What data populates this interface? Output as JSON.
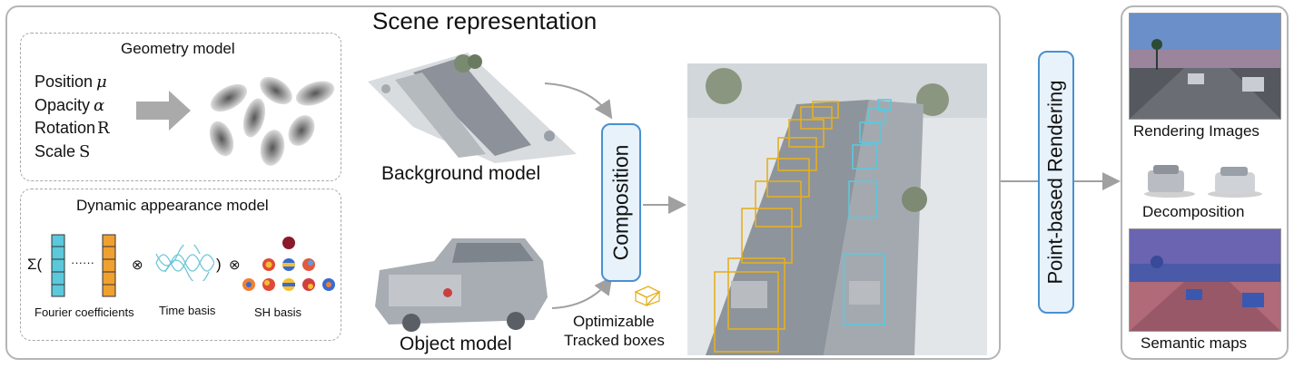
{
  "scene": {
    "title": "Scene representation"
  },
  "geometry": {
    "title": "Geometry model",
    "params": [
      {
        "label": "Position",
        "symbol": "μ"
      },
      {
        "label": "Opacity",
        "symbol": "α"
      },
      {
        "label": "Rotation",
        "symbol": "R"
      },
      {
        "label": "Scale",
        "symbol": "S"
      }
    ]
  },
  "appearance": {
    "title": "Dynamic appearance model",
    "sum_open": "Σ(",
    "dots": "······",
    "otimes": "⊗",
    "close_paren": ")",
    "fourier_label": "Fourier coefficients",
    "time_label": "Time basis",
    "sh_label": "SH basis"
  },
  "background": {
    "label": "Background model"
  },
  "object": {
    "label": "Object model"
  },
  "composition": {
    "label": "Composition"
  },
  "boxes": {
    "line1": "Optimizable",
    "line2": "Tracked boxes"
  },
  "rendering": {
    "label": "Point-based Rendering"
  },
  "outputs": {
    "images": "Rendering Images",
    "decomposition": "Decomposition",
    "semantic": "Semantic maps"
  },
  "colors": {
    "accent_blue": "#4a90d0",
    "cyan": "#5bc8dc",
    "orange": "#f0a030",
    "yellow_box": "#e6b020"
  }
}
